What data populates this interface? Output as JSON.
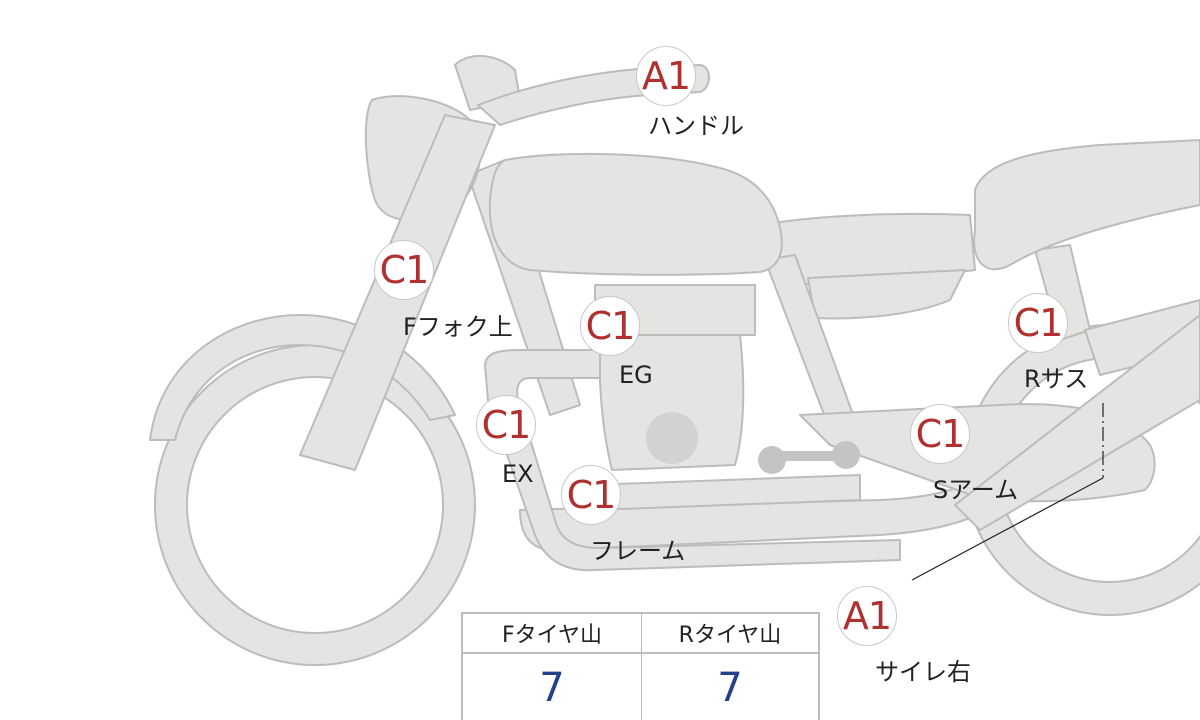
{
  "markers": [
    {
      "id": "handle",
      "grade": "A1",
      "label": "ハンドル"
    },
    {
      "id": "fork",
      "grade": "C1",
      "label": "Fフォク上"
    },
    {
      "id": "engine",
      "grade": "C1",
      "label": "EG"
    },
    {
      "id": "exhaust",
      "grade": "C1",
      "label": "EX"
    },
    {
      "id": "frame",
      "grade": "C1",
      "label": "フレーム"
    },
    {
      "id": "rear-suspension",
      "grade": "C1",
      "label": "Rサス"
    },
    {
      "id": "swing-arm",
      "grade": "C1",
      "label": "Sアーム"
    },
    {
      "id": "muffler-right",
      "grade": "A1",
      "label": "サイレ右"
    }
  ],
  "tread_table": {
    "front": {
      "header": "Fタイヤ山",
      "value": "7"
    },
    "rear": {
      "header": "Rタイヤ山",
      "value": "7"
    }
  },
  "colors": {
    "bike_fill": "#e4e4e3",
    "bike_stroke": "#bcbcbb",
    "grade_text": "#b03030",
    "value_text": "#24408a"
  }
}
